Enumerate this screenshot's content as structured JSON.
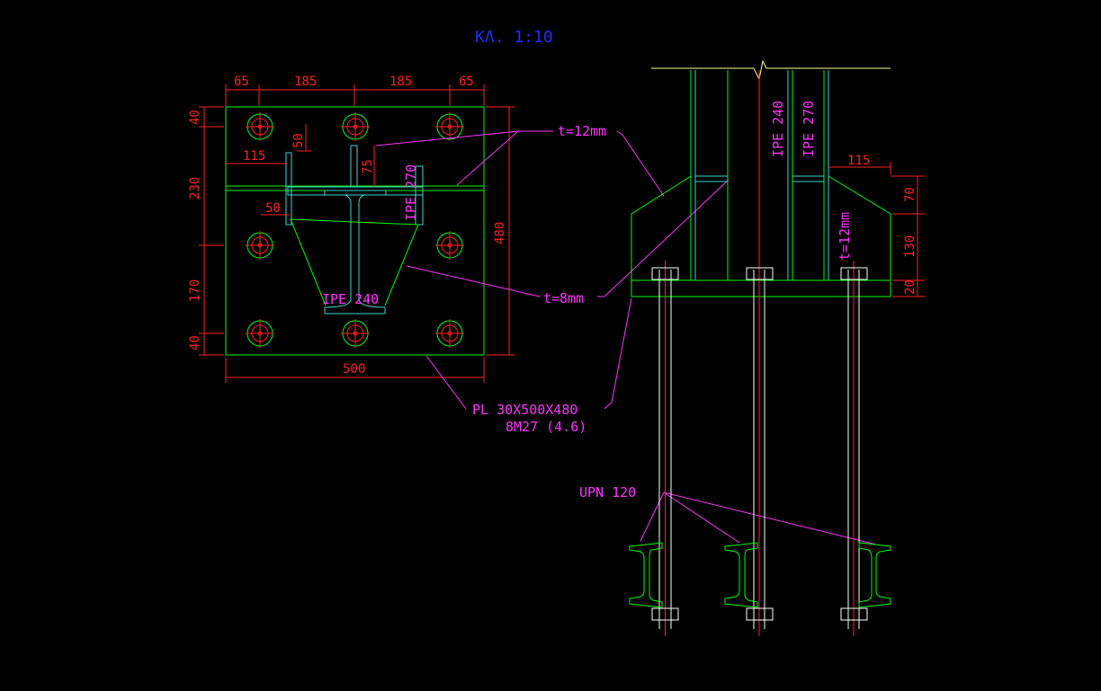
{
  "title": "ΚΛ. 1:10",
  "colors": {
    "background": "#000000",
    "plate": "#00ff00",
    "section": "#3ad6d6",
    "dimension": "#ff2020",
    "leader": "#ff33ff",
    "scale_title": "#1f2fff"
  },
  "plan_dims": {
    "top": [
      "65",
      "185",
      "185",
      "65"
    ],
    "bottom": "500",
    "right": "480",
    "left": [
      "40",
      "230",
      "170",
      "40"
    ],
    "stiffener_115": "115",
    "stiffener_50_top": "50",
    "stiffener_50_side": "50",
    "stiffener_75": "75"
  },
  "plan_labels": {
    "ipe_inner": "IPE 240",
    "ipe_side": "IPE 270"
  },
  "leader_labels": {
    "t12": "t=12mm",
    "t8": "t=8mm",
    "plate_line1": "PL 30X500X480",
    "plate_line2": "8M27 (4.6)",
    "upn": "UPN 120"
  },
  "elev_dims": {
    "right": [
      "70",
      "130",
      "20"
    ],
    "top_115": "115"
  },
  "elev_labels": {
    "ipe240": "IPE 240",
    "ipe270": "IPE 270",
    "t12_vertical": "t=12mm"
  }
}
